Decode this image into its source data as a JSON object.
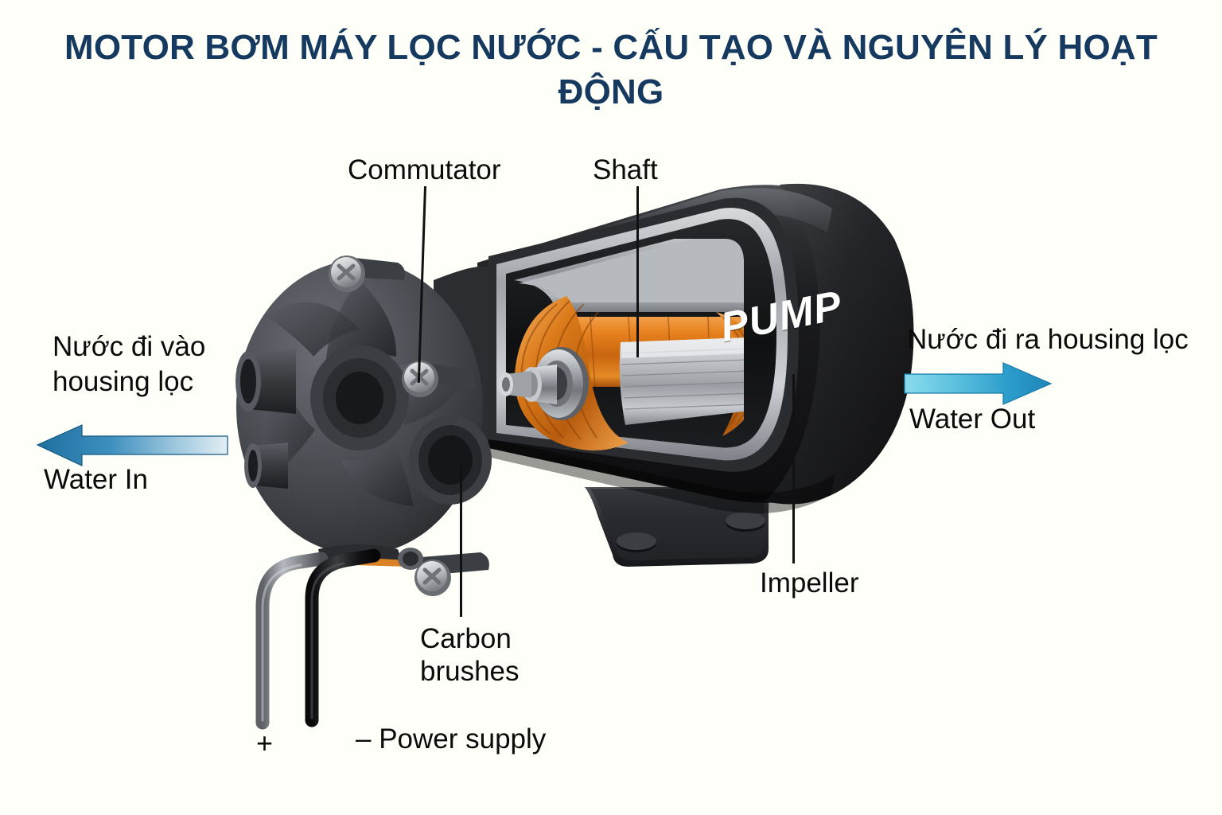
{
  "title": {
    "line1": "MOTOR BƠM MÁY LỌC NƯỚC - CẤU TẠO VÀ NGUYÊN LÝ HOẠT",
    "line2": "ĐỘNG",
    "color": "#163a5f"
  },
  "background_color": "#fffffa",
  "device": {
    "body_label": "PUMP",
    "body_color": "#1c1c1e",
    "pump_head_color": "#4a4c50",
    "winding_color": "#e07a18",
    "rotor_core_color": "#b9bcc0",
    "shaft_color": "#9aa0a6"
  },
  "callouts": [
    {
      "id": "commutator",
      "label": "Commutator"
    },
    {
      "id": "shaft",
      "label": "Shaft"
    },
    {
      "id": "impeller",
      "label": "Impeller"
    },
    {
      "id": "carbon-brushes",
      "label_line1": "Carbon",
      "label_line2": "brushes"
    }
  ],
  "flow_left": {
    "caption_line1": "Nước đi vào",
    "caption_line2": "housing lọc",
    "sub_caption": "Water In",
    "direction": "left",
    "arrow_color_head": "#2e82b5",
    "arrow_color_tail": "#cfe3ee"
  },
  "flow_right": {
    "caption": "Nước đi ra housing lọc",
    "sub_caption": "Water Out",
    "direction": "right",
    "arrow_color_head": "#2196c9",
    "arrow_color_tail": "#7fd5e8"
  },
  "power": {
    "positive_symbol": "+",
    "negative_label": "– Power supply",
    "positive_wire_color": "#8d9196",
    "negative_wire_color": "#121214"
  }
}
